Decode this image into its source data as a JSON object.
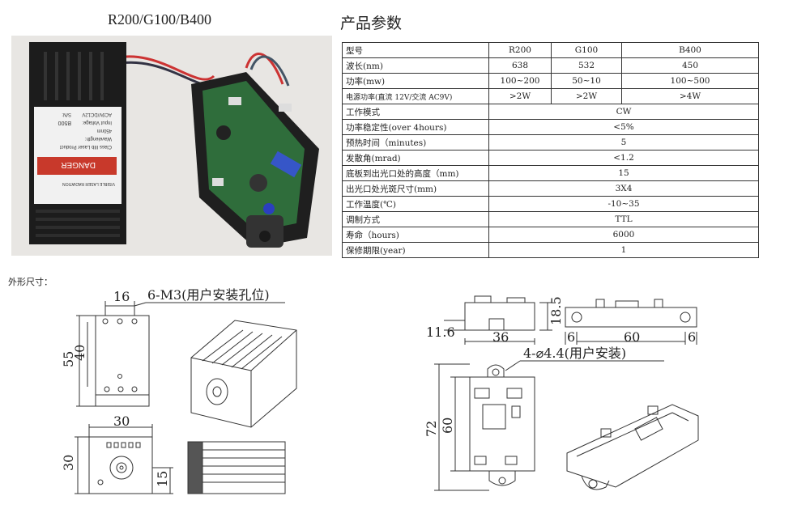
{
  "header": {
    "model_title": "R200/G100/B400",
    "params_title": "产品参数"
  },
  "photo": {
    "label_lines": [
      "Class IIIb Laser Product",
      "Wavelength:",
      "450nm",
      "Input Voltage:",
      "AC9V/DC12V",
      "B500",
      "S/N:"
    ],
    "danger_text": "DANGER",
    "warning_text": "VISIBLE LASER RADIATION"
  },
  "spec_table": {
    "header": [
      "型号",
      "R200",
      "G100",
      "B400"
    ],
    "rows_split": [
      {
        "label": "波长(nm)",
        "values": [
          "638",
          "532",
          "450"
        ]
      },
      {
        "label": "功率(mw)",
        "values": [
          "100~200",
          "50~10",
          "100~500"
        ]
      },
      {
        "label": "电源功率(直流 12V/交流 AC9V)",
        "values": [
          ">2W",
          ">2W",
          ">4W"
        ]
      }
    ],
    "rows_merged": [
      {
        "label": "工作模式",
        "value": "CW"
      },
      {
        "label": "功率稳定性(over 4hours)",
        "value": "<5%"
      },
      {
        "label": "预热时间（minutes)",
        "value": "5"
      },
      {
        "label": "发散角(mrad)",
        "value": "<1.2"
      },
      {
        "label": "底板到出光口处的高度（mm)",
        "value": "15"
      },
      {
        "label": "出光口处光斑尺寸(mm)",
        "value": "3X4"
      },
      {
        "label": "工作温度(℃)",
        "value": "-10~35"
      },
      {
        "label": "调制方式",
        "value": "TTL"
      },
      {
        "label": "寿命（hours)",
        "value": "6000"
      },
      {
        "label": "保修期限(year)",
        "value": "1"
      }
    ]
  },
  "drawings": {
    "section_label": "外形尺寸：",
    "head": {
      "dim_16": "16",
      "mount_note": "6-M3(用户安装孔位)",
      "dim_55": "55",
      "dim_40": "40",
      "dim_30_w": "30",
      "dim_30_h": "30",
      "dim_15": "15"
    },
    "driver": {
      "dim_11_6": "11.6",
      "dim_36": "36",
      "dim_18_5": "18.5",
      "dim_6a": "6",
      "dim_60_w": "60",
      "dim_6b": "6",
      "hole_note": "4-⌀4.4(用户安装)",
      "dim_72": "72",
      "dim_60_h": "60"
    }
  }
}
